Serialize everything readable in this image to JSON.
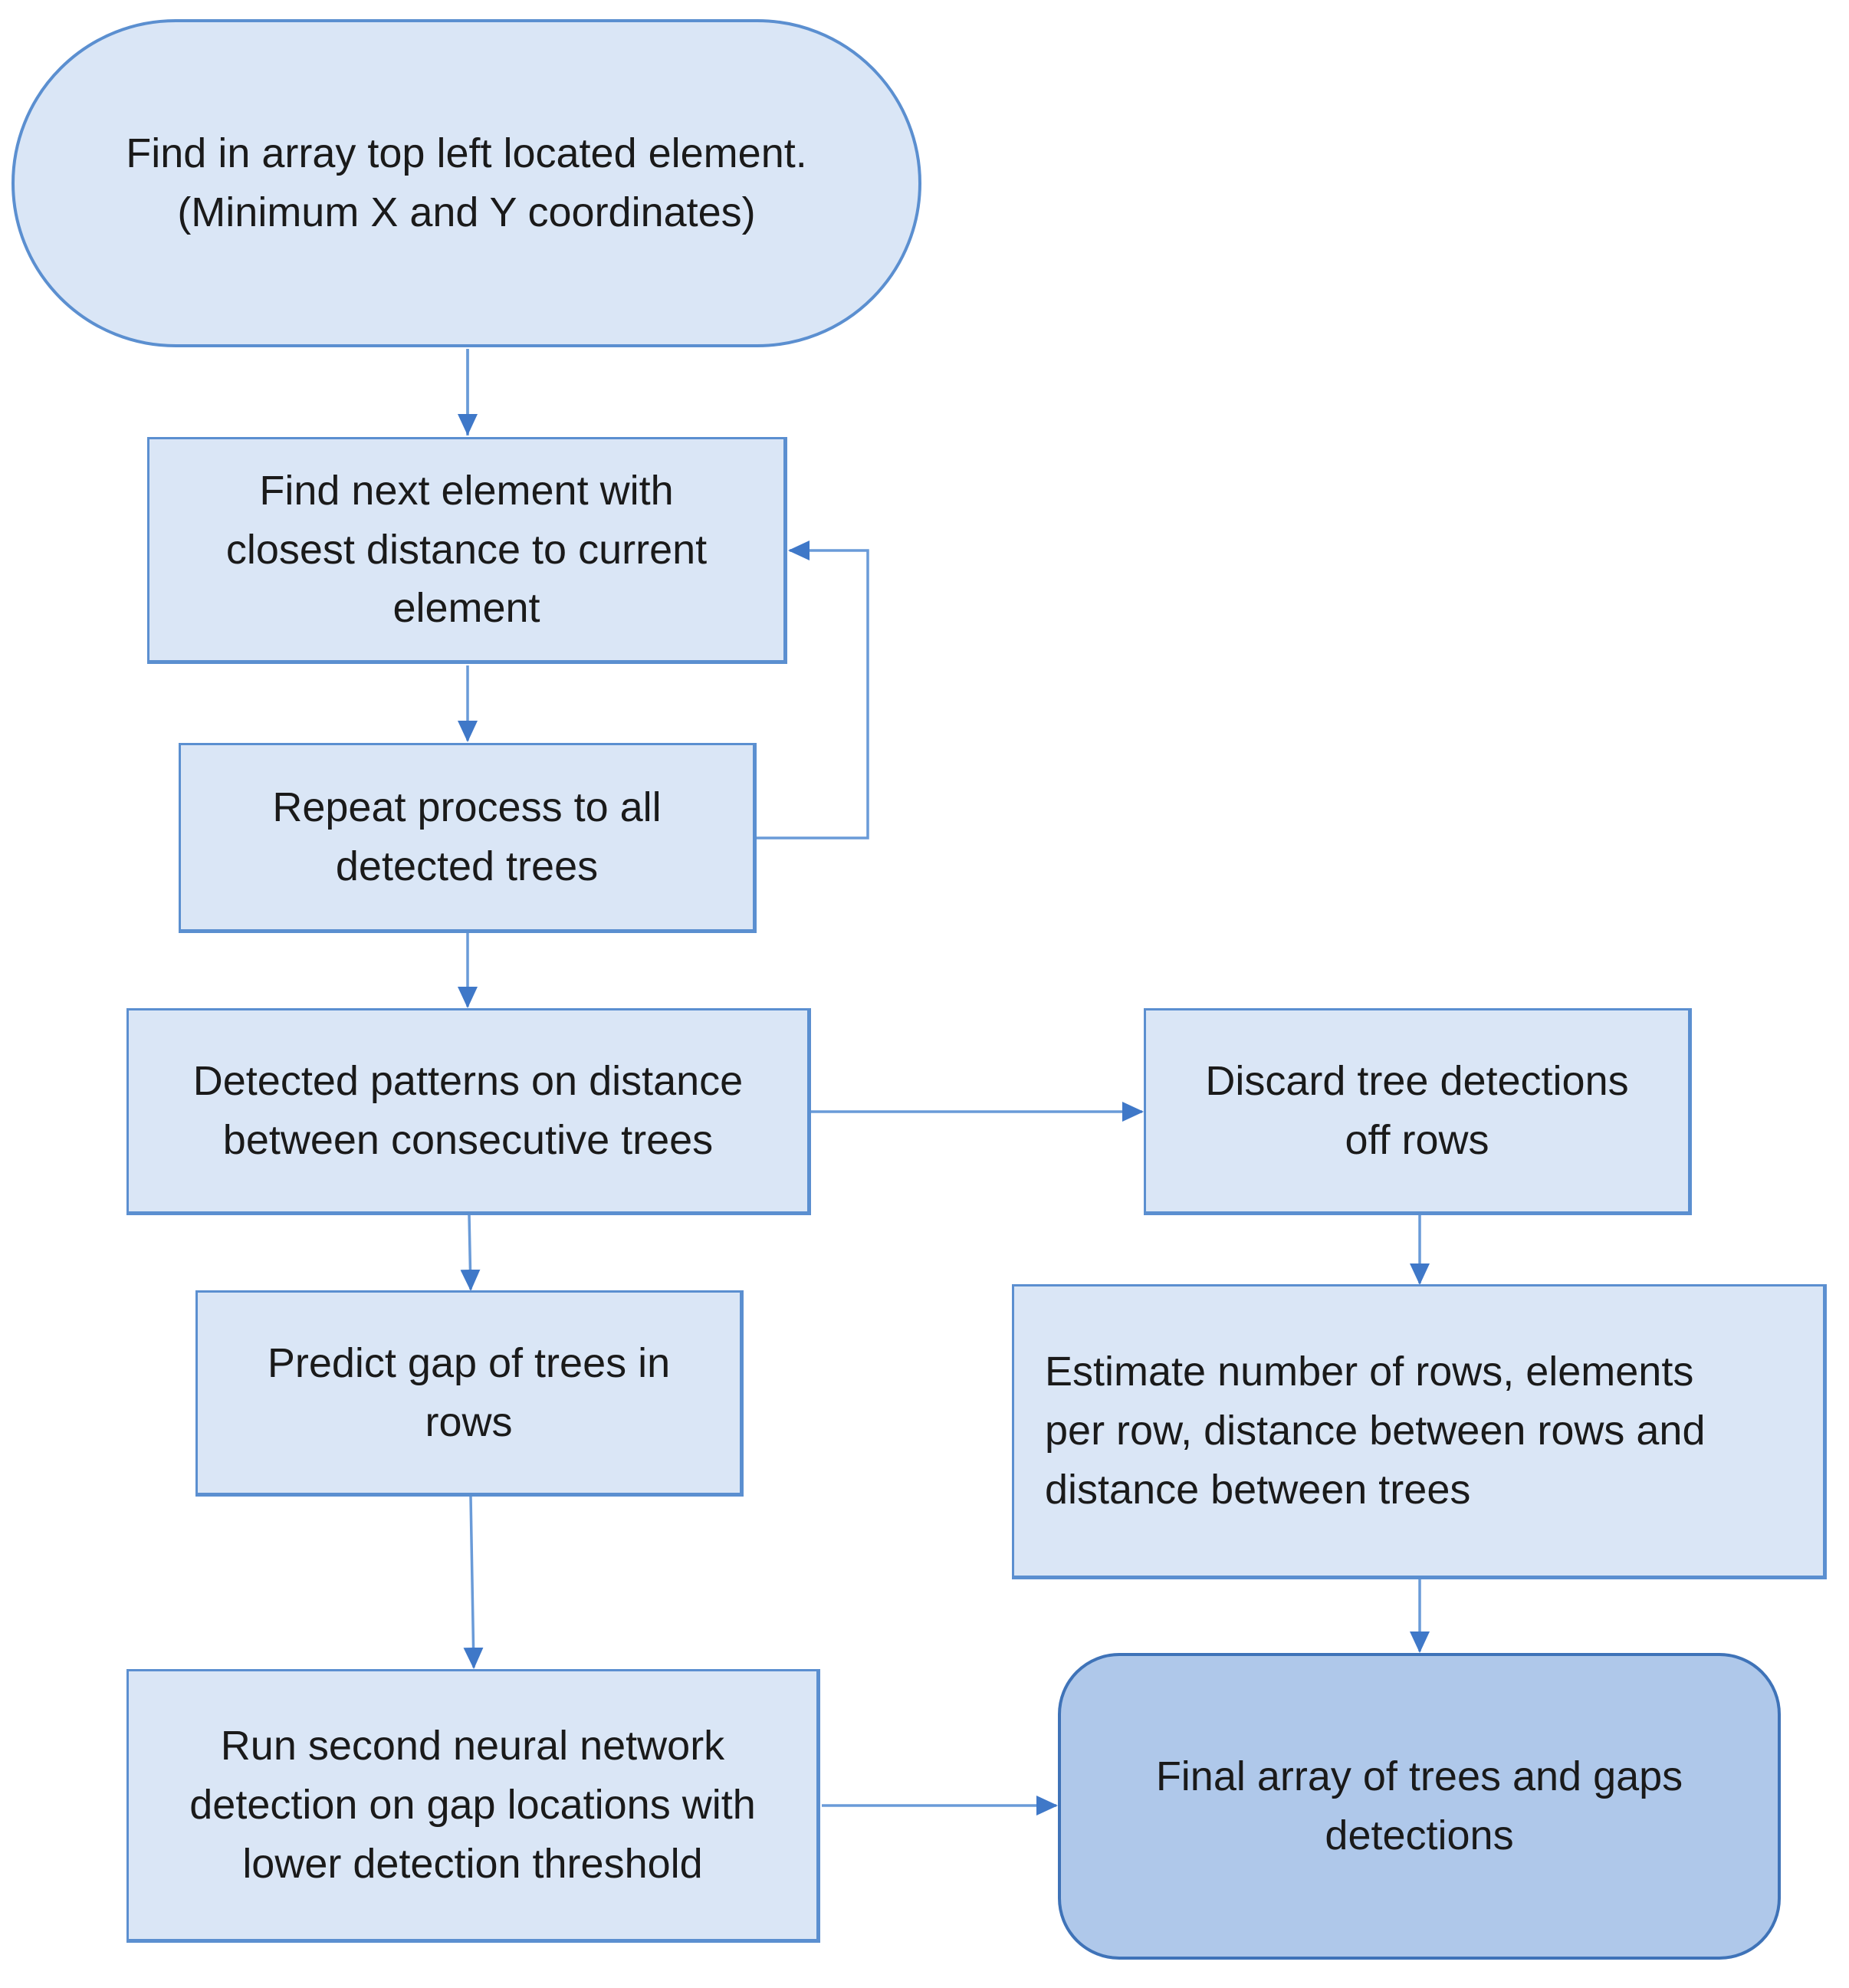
{
  "nodes": {
    "start": "Find in array top left located element.\n(Minimum X and Y coordinates)",
    "find_next": "Find next element with\nclosest distance to current\nelement",
    "repeat": "Repeat process to all\ndetected trees",
    "patterns": "Detected patterns on distance\nbetween consecutive trees",
    "discard": "Discard tree detections\noff rows",
    "predict_gap": "Predict gap of trees in\nrows",
    "estimate": "Estimate number of rows, elements\nper row, distance between rows and\ndistance between trees",
    "run_second": "Run second neural network\ndetection on gap locations with\nlower detection threshold",
    "final": "Final array of trees and gaps\ndetections"
  },
  "colors": {
    "process_fill": "#dae6f6",
    "process_border": "#5b8fd0",
    "final_fill": "#afc8ea",
    "arrow": "#5b8fd0"
  }
}
